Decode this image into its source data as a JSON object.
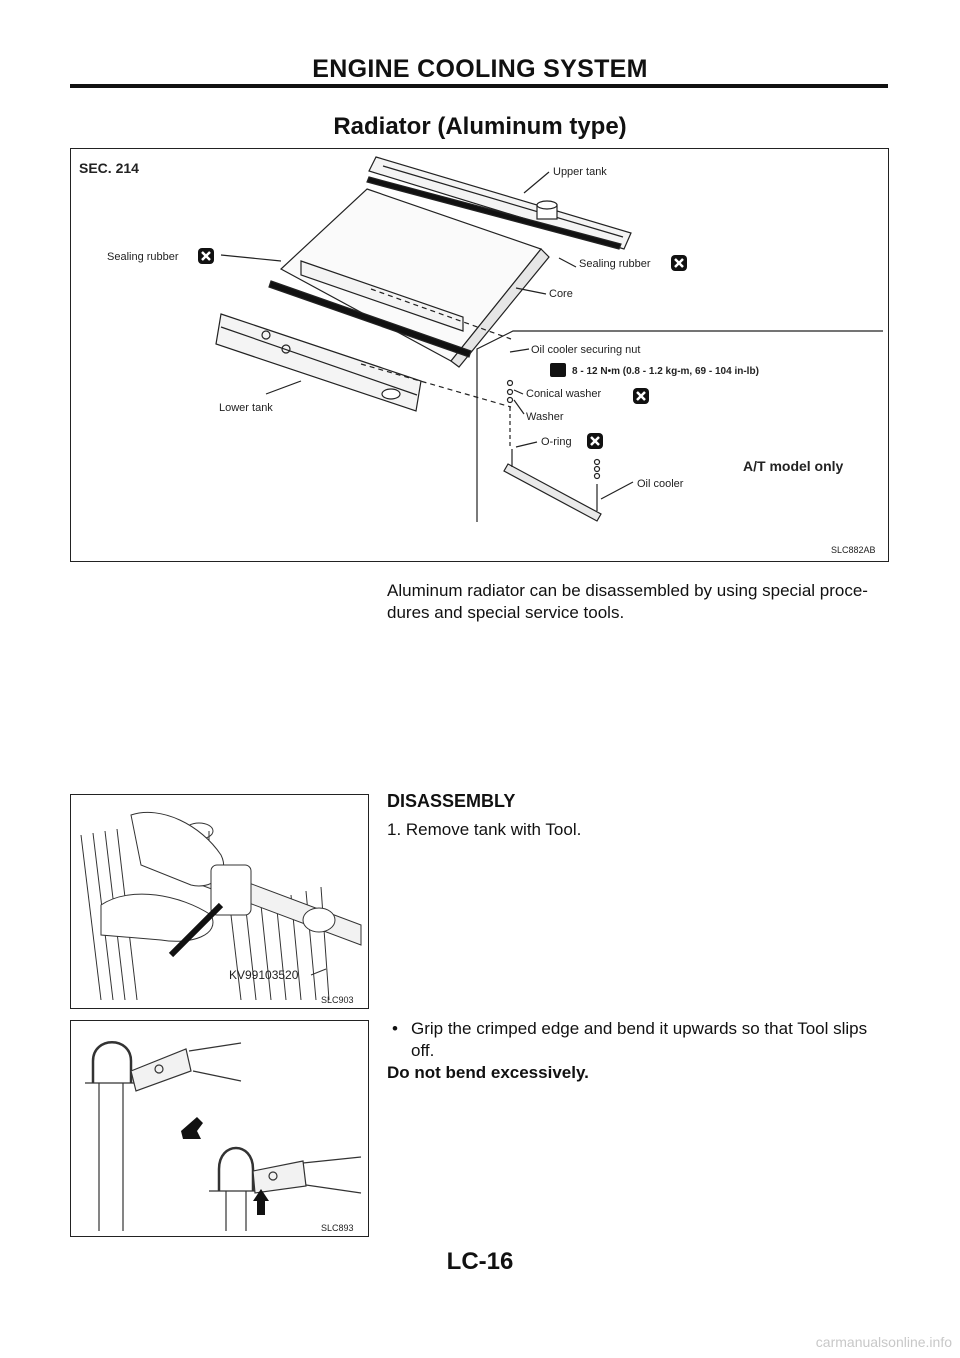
{
  "header": {
    "title": "ENGINE COOLING SYSTEM"
  },
  "section": {
    "title": "Radiator (Aluminum type)"
  },
  "figure1": {
    "sec_label": "SEC. 214",
    "labels": {
      "upper_tank": "Upper tank",
      "sealing_rubber_left": "Sealing rubber",
      "sealing_rubber_right": "Sealing rubber",
      "core": "Core",
      "lower_tank": "Lower tank",
      "oil_cooler_nut": "Oil cooler securing nut",
      "torque": "8 - 12 N•m (0.8 - 1.2 kg-m, 69 - 104 in-lb)",
      "conical_washer": "Conical washer",
      "washer": "Washer",
      "o_ring": "O-ring",
      "oil_cooler": "Oil cooler",
      "at_model": "A/T model only"
    },
    "code": "SLC882AB"
  },
  "intro": {
    "line1": "Aluminum radiator can be disassembled by using special proce-",
    "line2": "dures and special service tools."
  },
  "disassembly": {
    "heading": "DISASSEMBLY",
    "step1": "1. Remove tank with Tool.",
    "bullet": "•",
    "grip_line1": "Grip the crimped edge and bend it upwards so that Tool slips",
    "grip_line2": "off.",
    "warning": "Do not bend excessively."
  },
  "figure2": {
    "tool_label": "KV99103520",
    "code": "SLC903"
  },
  "figure3": {
    "code": "SLC893"
  },
  "footer": {
    "page": "LC-16"
  },
  "watermark": "carmanualsonline.info"
}
